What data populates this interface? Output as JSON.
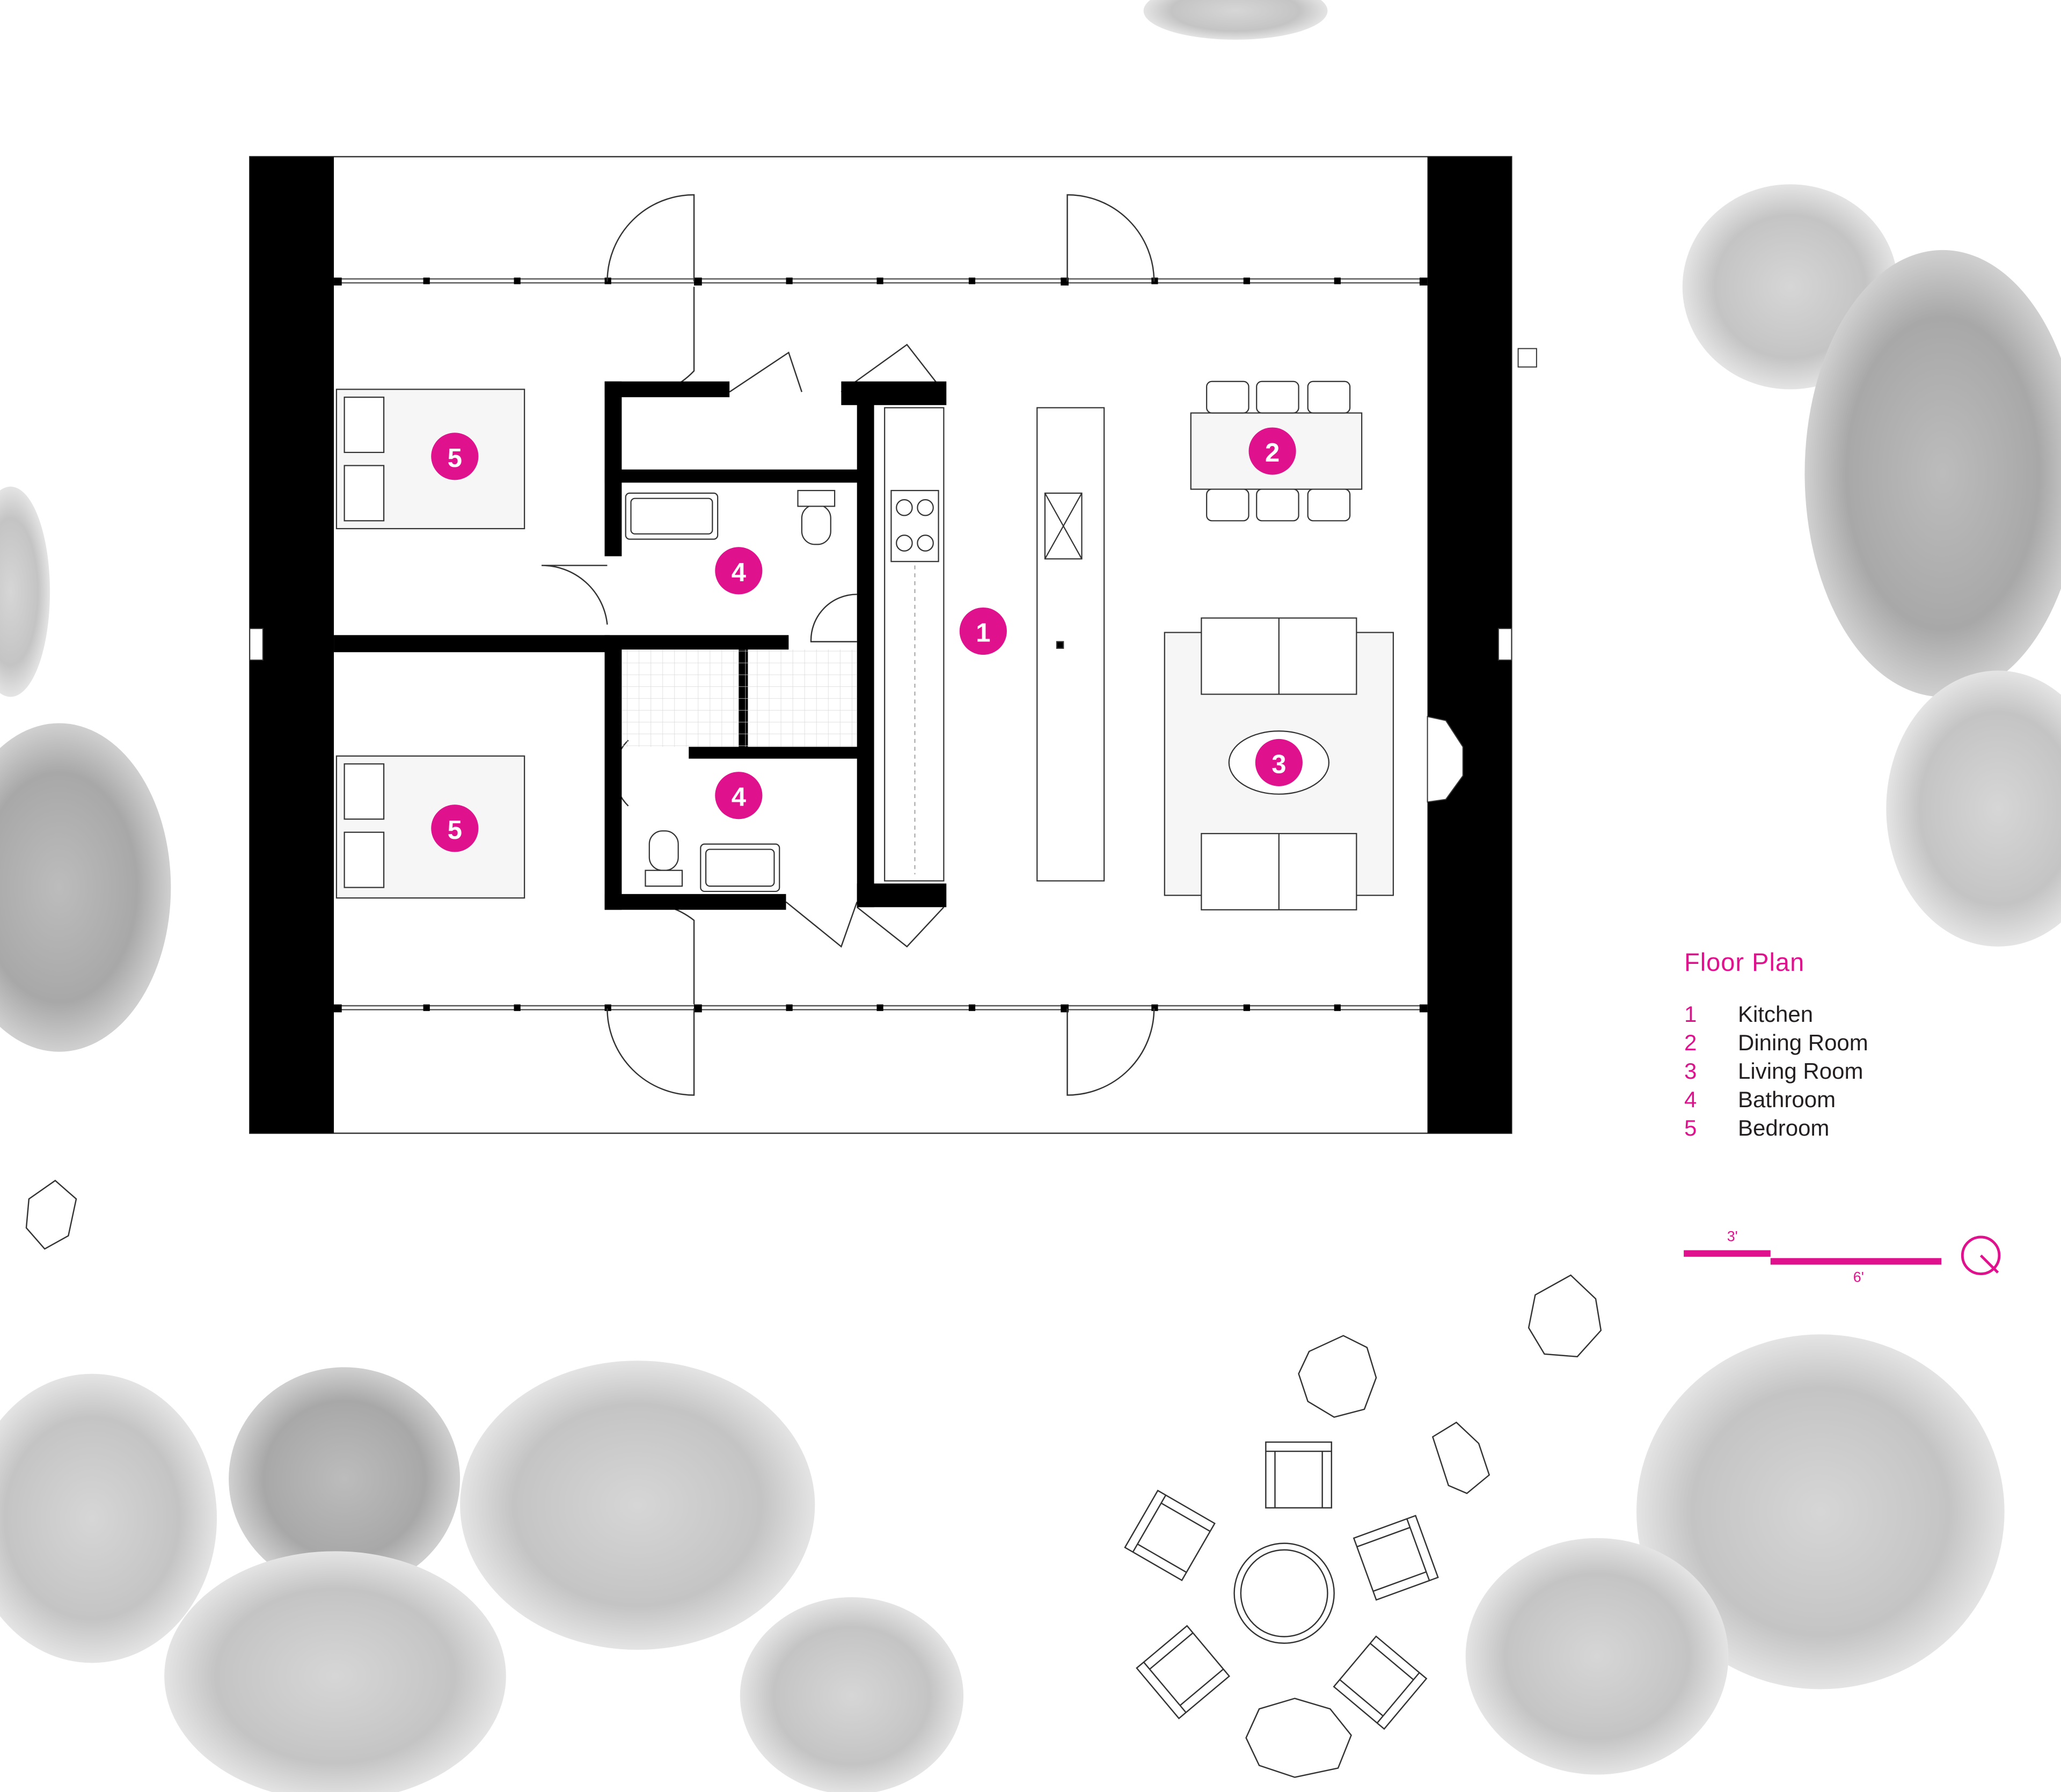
{
  "accent_color": "#e0118c",
  "wall_color": "#000000",
  "tree_color": "#bdbdbd",
  "legend": {
    "title": "Floor Plan",
    "items": [
      {
        "num": "1",
        "label": "Kitchen"
      },
      {
        "num": "2",
        "label": "Dining Room"
      },
      {
        "num": "3",
        "label": "Living Room"
      },
      {
        "num": "4",
        "label": "Bathroom"
      },
      {
        "num": "5",
        "label": "Bedroom"
      }
    ]
  },
  "room_markers": [
    "1",
    "2",
    "3",
    "4",
    "4",
    "5",
    "5"
  ],
  "scale_bar": {
    "short_label": "3'",
    "long_label": "6'"
  },
  "north_arrow": "north-arrow-icon"
}
